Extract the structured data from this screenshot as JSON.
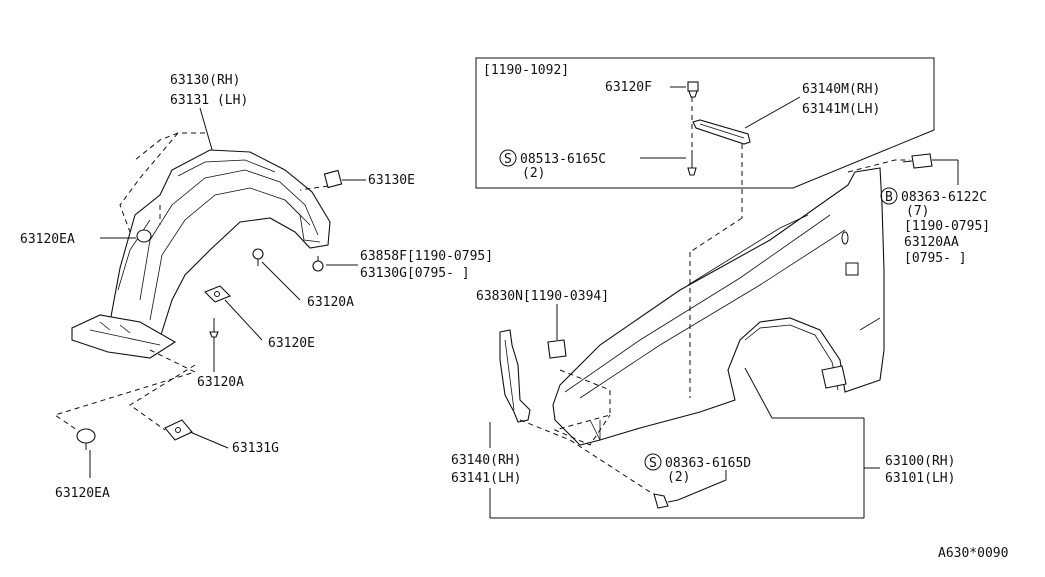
{
  "inset_box": {
    "date_range": "[1190-1092]",
    "clip": "63120F",
    "bracket_rh": "63140M(RH)",
    "bracket_lh": "63141M(LH)",
    "screw_symbol": "S",
    "screw": "08513-6165C",
    "screw_qty": "(2)"
  },
  "liner": {
    "rh": "63130(RH)",
    "lh": "63131 (LH)",
    "clip_e": "63130E",
    "clip_ea": "63120EA",
    "fastener_f": "63858F[1190-0795]",
    "fastener_g": "63130G[0795-    ]",
    "clip_a_upper": "63120A",
    "nut_e": "63120E",
    "clip_a_lower": "63120A",
    "nut_g": "63131G",
    "clip_ea_lower": "63120EA"
  },
  "fender": {
    "bolt_symbol": "B",
    "bolt": "08363-6122C",
    "bolt_qty": "(7)",
    "bolt_range": "[1190-0795]",
    "bolt_alt": "63120AA",
    "bolt_alt_range": "[0795-     ]",
    "seal": "63830N[1190-0394]",
    "fender_rh": "63100(RH)",
    "fender_lh": "63101(LH)",
    "bracket_rh": "63140(RH)",
    "bracket_lh": "63141(LH)",
    "screw_symbol": "S",
    "screw": "08363-6165D",
    "screw_qty": "(2)"
  },
  "diagram_code": "A630*0090"
}
